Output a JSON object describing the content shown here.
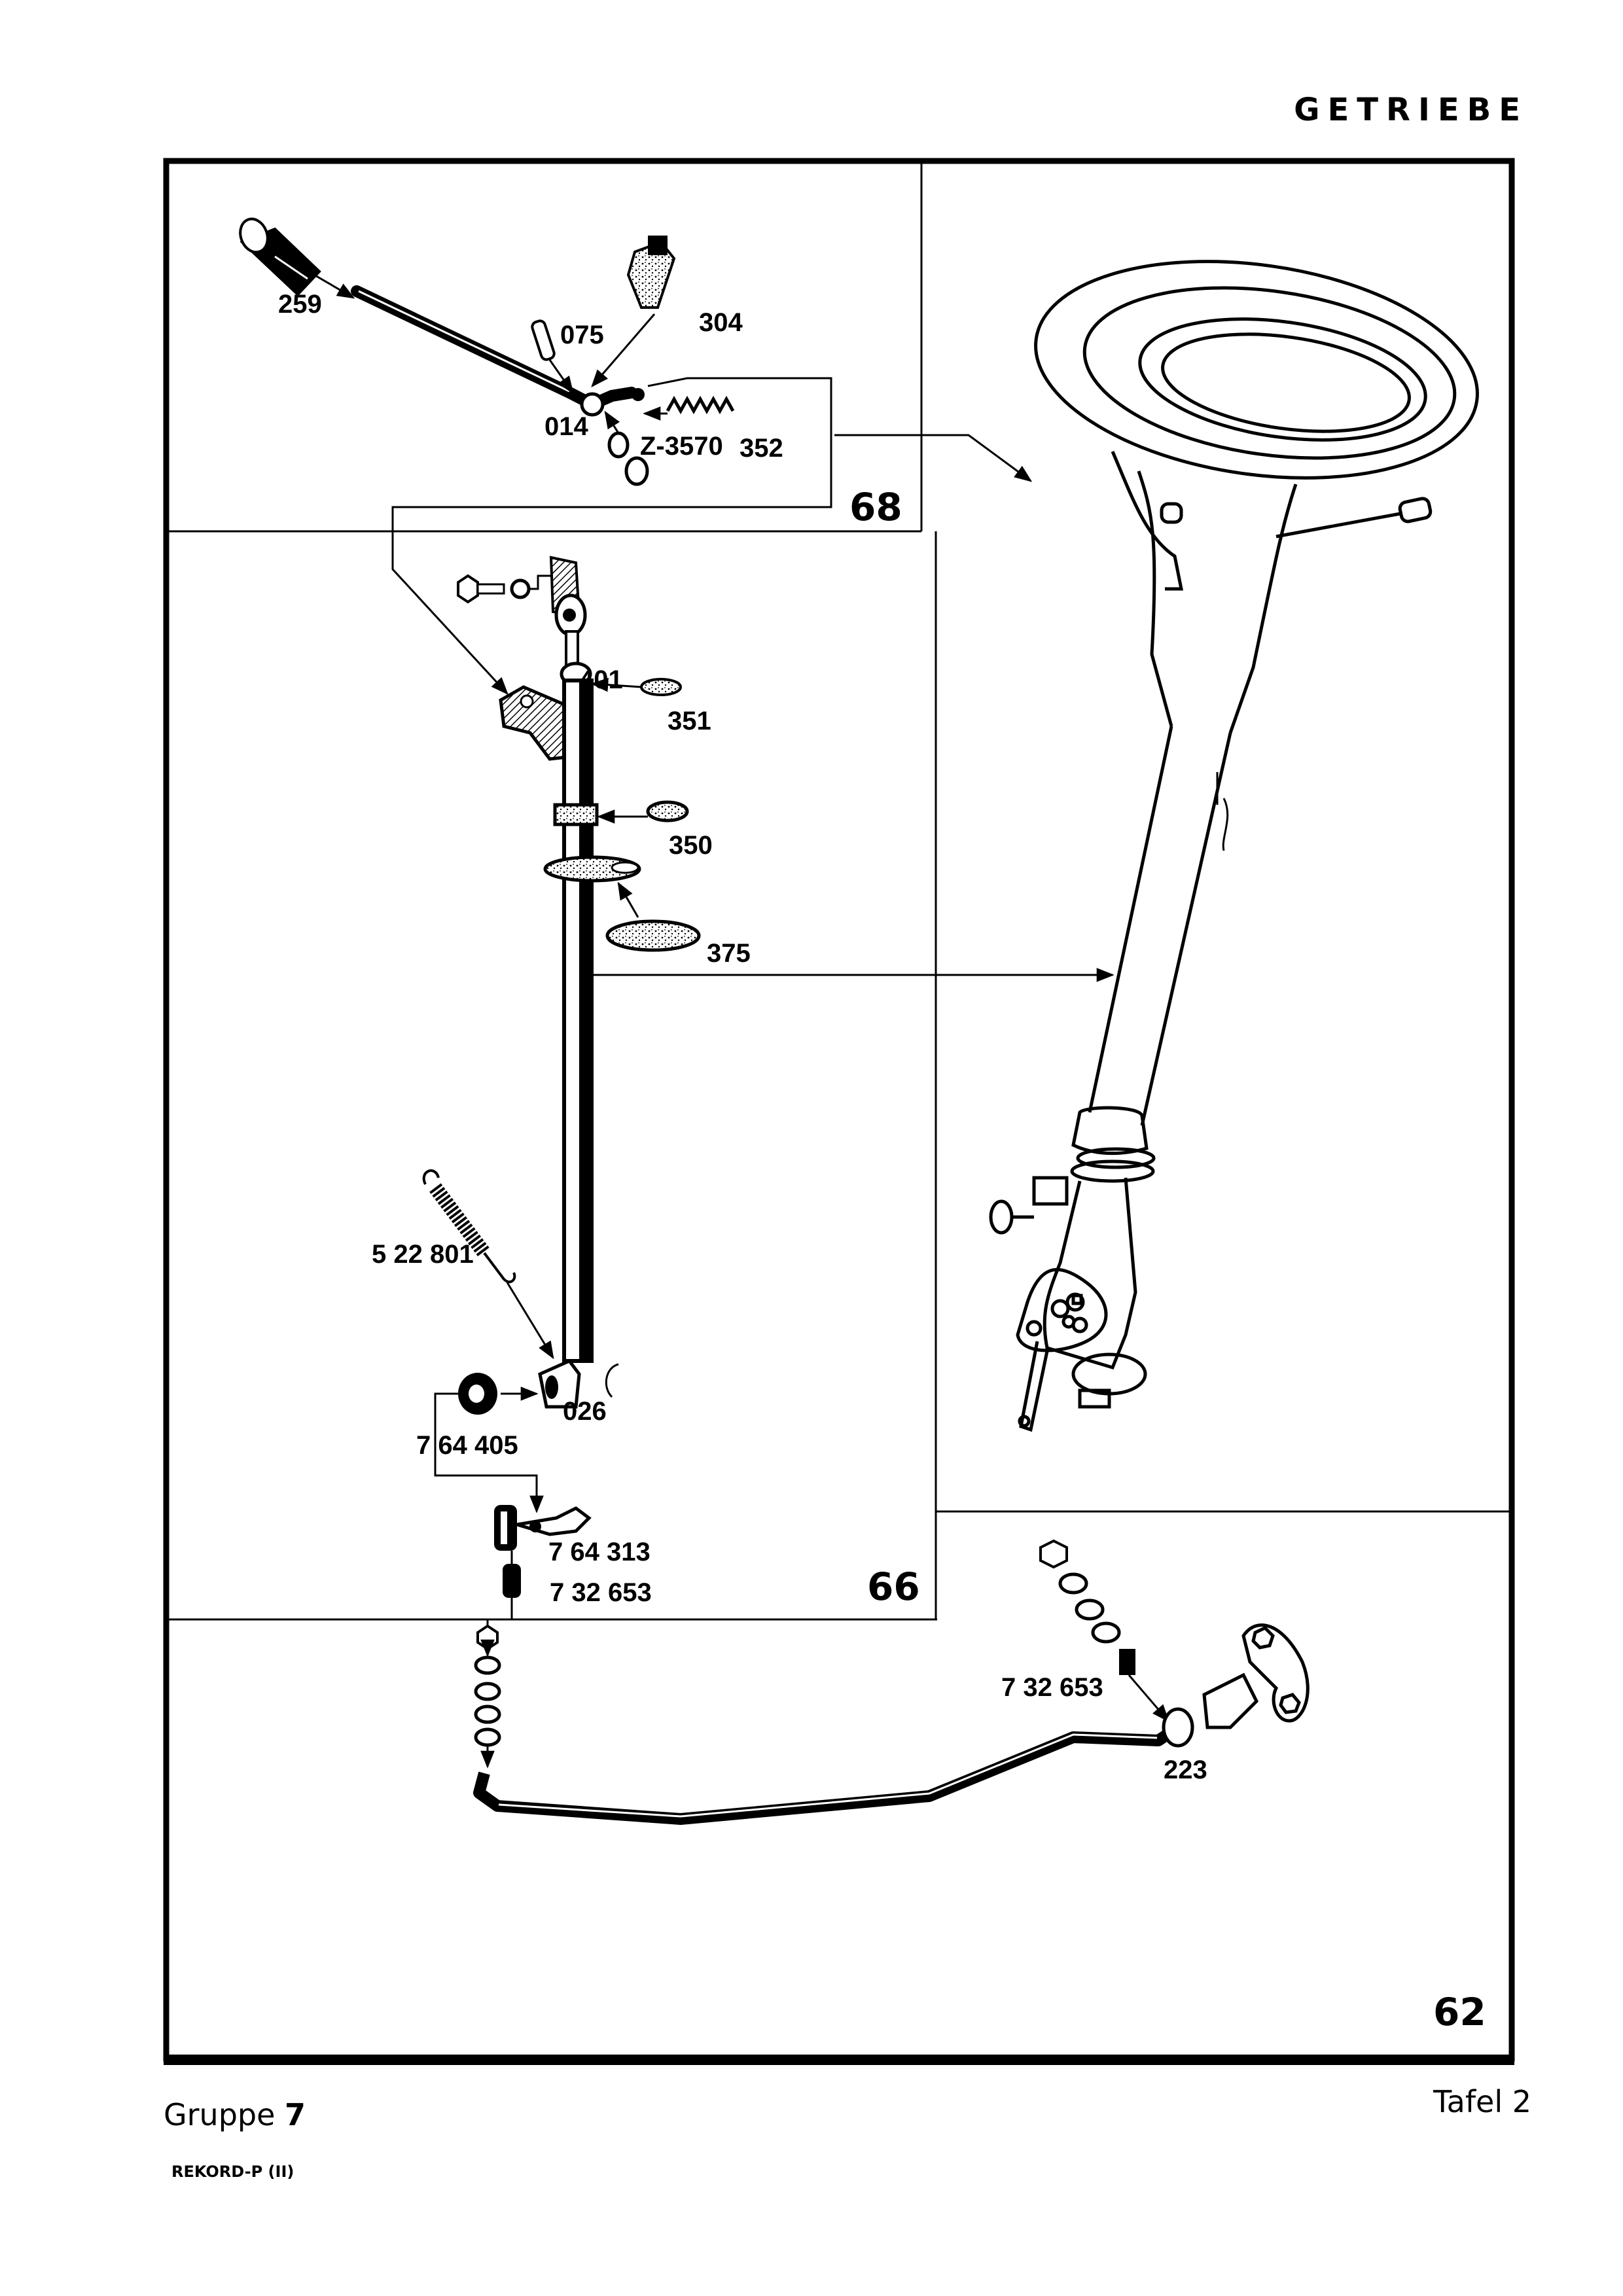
{
  "header": {
    "title": "GETRIEBE"
  },
  "plate": {
    "group_label": "Gruppe",
    "group_number": "7",
    "table_label": "Tafel 2",
    "model": "REKORD-P (II)",
    "panels": [
      {
        "id": "68",
        "label": "68",
        "content": "Schalthebel (gear lever) assembly"
      },
      {
        "id": "66",
        "label": "66",
        "content": "Schaltwelle (shift shaft) assembly"
      },
      {
        "id": "62",
        "label": "62",
        "content": "Lenksäule / Schaltgestänge (steering column / shift linkage)"
      }
    ],
    "part_labels": {
      "p259": "259",
      "p075": "075",
      "p304": "304",
      "p014": "014",
      "pz3570": "Z-3570",
      "p352": "352",
      "p401": "401",
      "p351": "351",
      "p350": "350",
      "p375": "375",
      "p522801": "5 22 801",
      "p026": "026",
      "p764405": "7 64 405",
      "p764313": "7 64 313",
      "p732653a": "7 32 653",
      "p732653b": "7 32 653",
      "p223": "223"
    }
  }
}
